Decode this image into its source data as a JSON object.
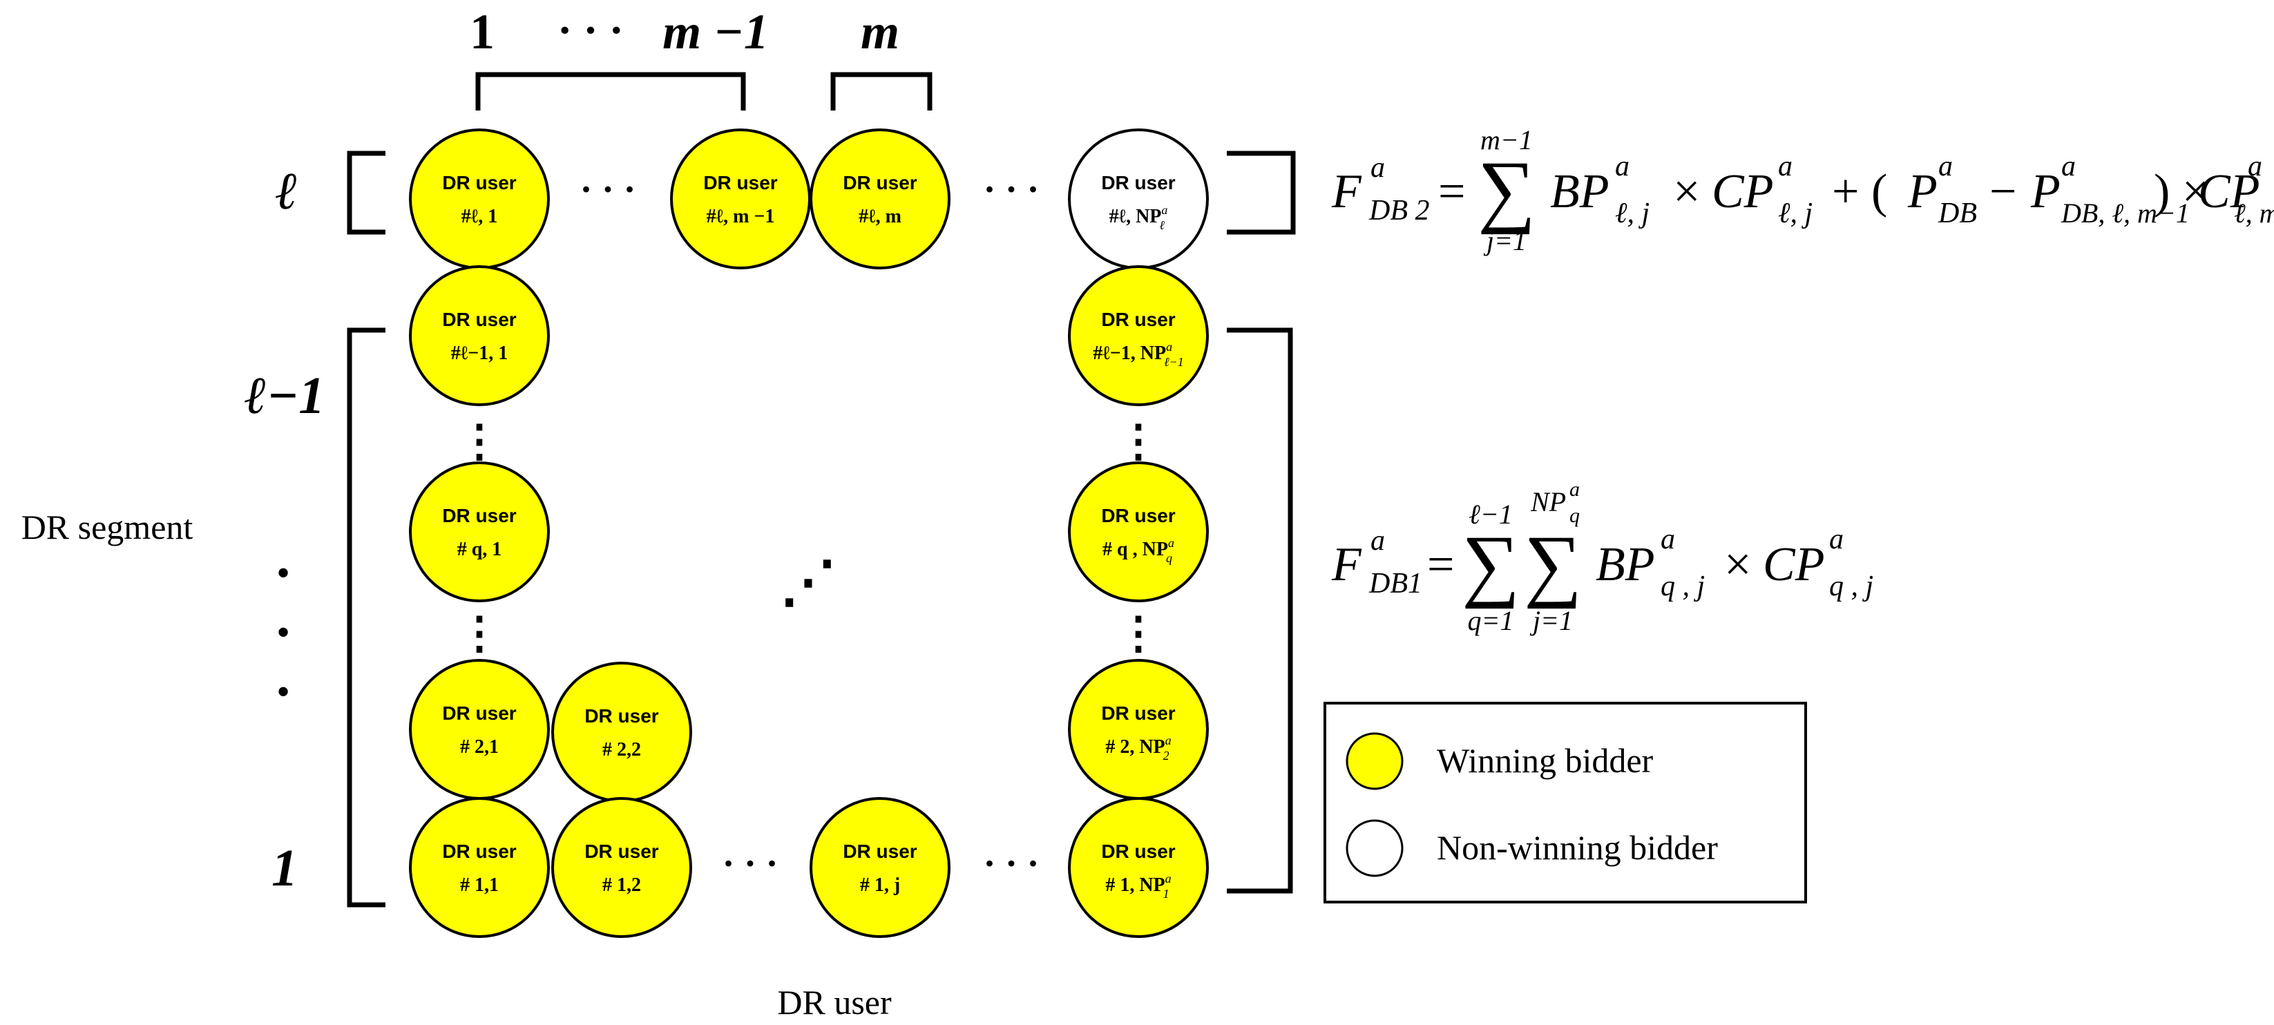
{
  "colors": {
    "winning": "#ffff00",
    "non_winning": "#ffffff",
    "stroke": "#000000"
  },
  "top_labels": {
    "col_1": "1",
    "col_mid_dots": "· · ·",
    "col_m_minus_1": "m −1",
    "col_m": "m"
  },
  "row_labels": {
    "row_ell": "ℓ",
    "row_ell_minus_1": "ℓ−1",
    "row_dots": "•",
    "row_1": "1"
  },
  "axis_labels": {
    "segment": "DR segment",
    "user": "DR user"
  },
  "node_title": "DR user",
  "nodes": [
    {
      "id": "n-ell-1",
      "sub": "#ℓ, 1",
      "status": "winning"
    },
    {
      "id": "n-ell-m1",
      "sub": "#ℓ, m −1",
      "status": "winning"
    },
    {
      "id": "n-ell-m",
      "sub": "#ℓ, m",
      "status": "winning"
    },
    {
      "id": "n-ell-np",
      "sub": "#ℓ, NP",
      "sup": "a",
      "subscript": "ℓ",
      "status": "non_winning"
    },
    {
      "id": "n-ellm1-1",
      "sub": "#ℓ−1, 1",
      "status": "winning"
    },
    {
      "id": "n-ellm1-np",
      "sub": "#ℓ−1, NP",
      "sup": "a",
      "subscript": "ℓ−1",
      "status": "winning"
    },
    {
      "id": "n-q-1",
      "sub": "# q, 1",
      "status": "winning"
    },
    {
      "id": "n-q-np",
      "sub": "# q , NP",
      "sup": "a",
      "subscript": "q",
      "status": "winning"
    },
    {
      "id": "n-2-1",
      "sub": "# 2,1",
      "status": "winning"
    },
    {
      "id": "n-2-2",
      "sub": "# 2,2",
      "status": "winning"
    },
    {
      "id": "n-2-np",
      "sub": "# 2, NP",
      "sup": "a",
      "subscript": "2",
      "status": "winning"
    },
    {
      "id": "n-1-1",
      "sub": "# 1,1",
      "status": "winning"
    },
    {
      "id": "n-1-2",
      "sub": "# 1,2",
      "status": "winning"
    },
    {
      "id": "n-1-j",
      "sub": "# 1, j",
      "status": "winning"
    },
    {
      "id": "n-1-np",
      "sub": "# 1, NP",
      "sup": "a",
      "subscript": "1",
      "status": "winning"
    }
  ],
  "dots": {
    "h": "· · ·",
    "v": "⋮",
    "diag": "⋰"
  },
  "formulas": {
    "fdb2": {
      "lhs_F": "F",
      "lhs_sup": "a",
      "lhs_sub": "DB 2",
      "eq": "=",
      "sum_top": "m−1",
      "sum_bot": "j=1",
      "t1": "BP",
      "t1_sup": "a",
      "t1_sub": "ℓ, j",
      "times1": "×",
      "t2": "CP",
      "t2_sup": "a",
      "t2_sub": "ℓ, j",
      "plus": "+ (",
      "t3": "P",
      "t3_sup": "a",
      "t3_sub": "DB",
      "minus": "−",
      "t4": "P",
      "t4_sup": "a",
      "t4_sub": "DB, ℓ, m−1",
      "close": ") ×",
      "t5": "CP",
      "t5_sup": "a",
      "t5_sub": "ℓ, m"
    },
    "fdb1": {
      "lhs_F": "F",
      "lhs_sup": "a",
      "lhs_sub": "DB1",
      "eq": "=",
      "sum1_top": "ℓ−1",
      "sum1_bot": "q=1",
      "sum2_top": "NP",
      "sum2_top_sup": "a",
      "sum2_top_sub": "q",
      "sum2_bot": "j=1",
      "t1": "BP",
      "t1_sup": "a",
      "t1_sub": "q , j",
      "times": "×",
      "t2": "CP",
      "t2_sup": "a",
      "t2_sub": "q , j"
    }
  },
  "legend": {
    "winning_label": "Winning bidder",
    "non_winning_label": "Non-winning bidder"
  }
}
